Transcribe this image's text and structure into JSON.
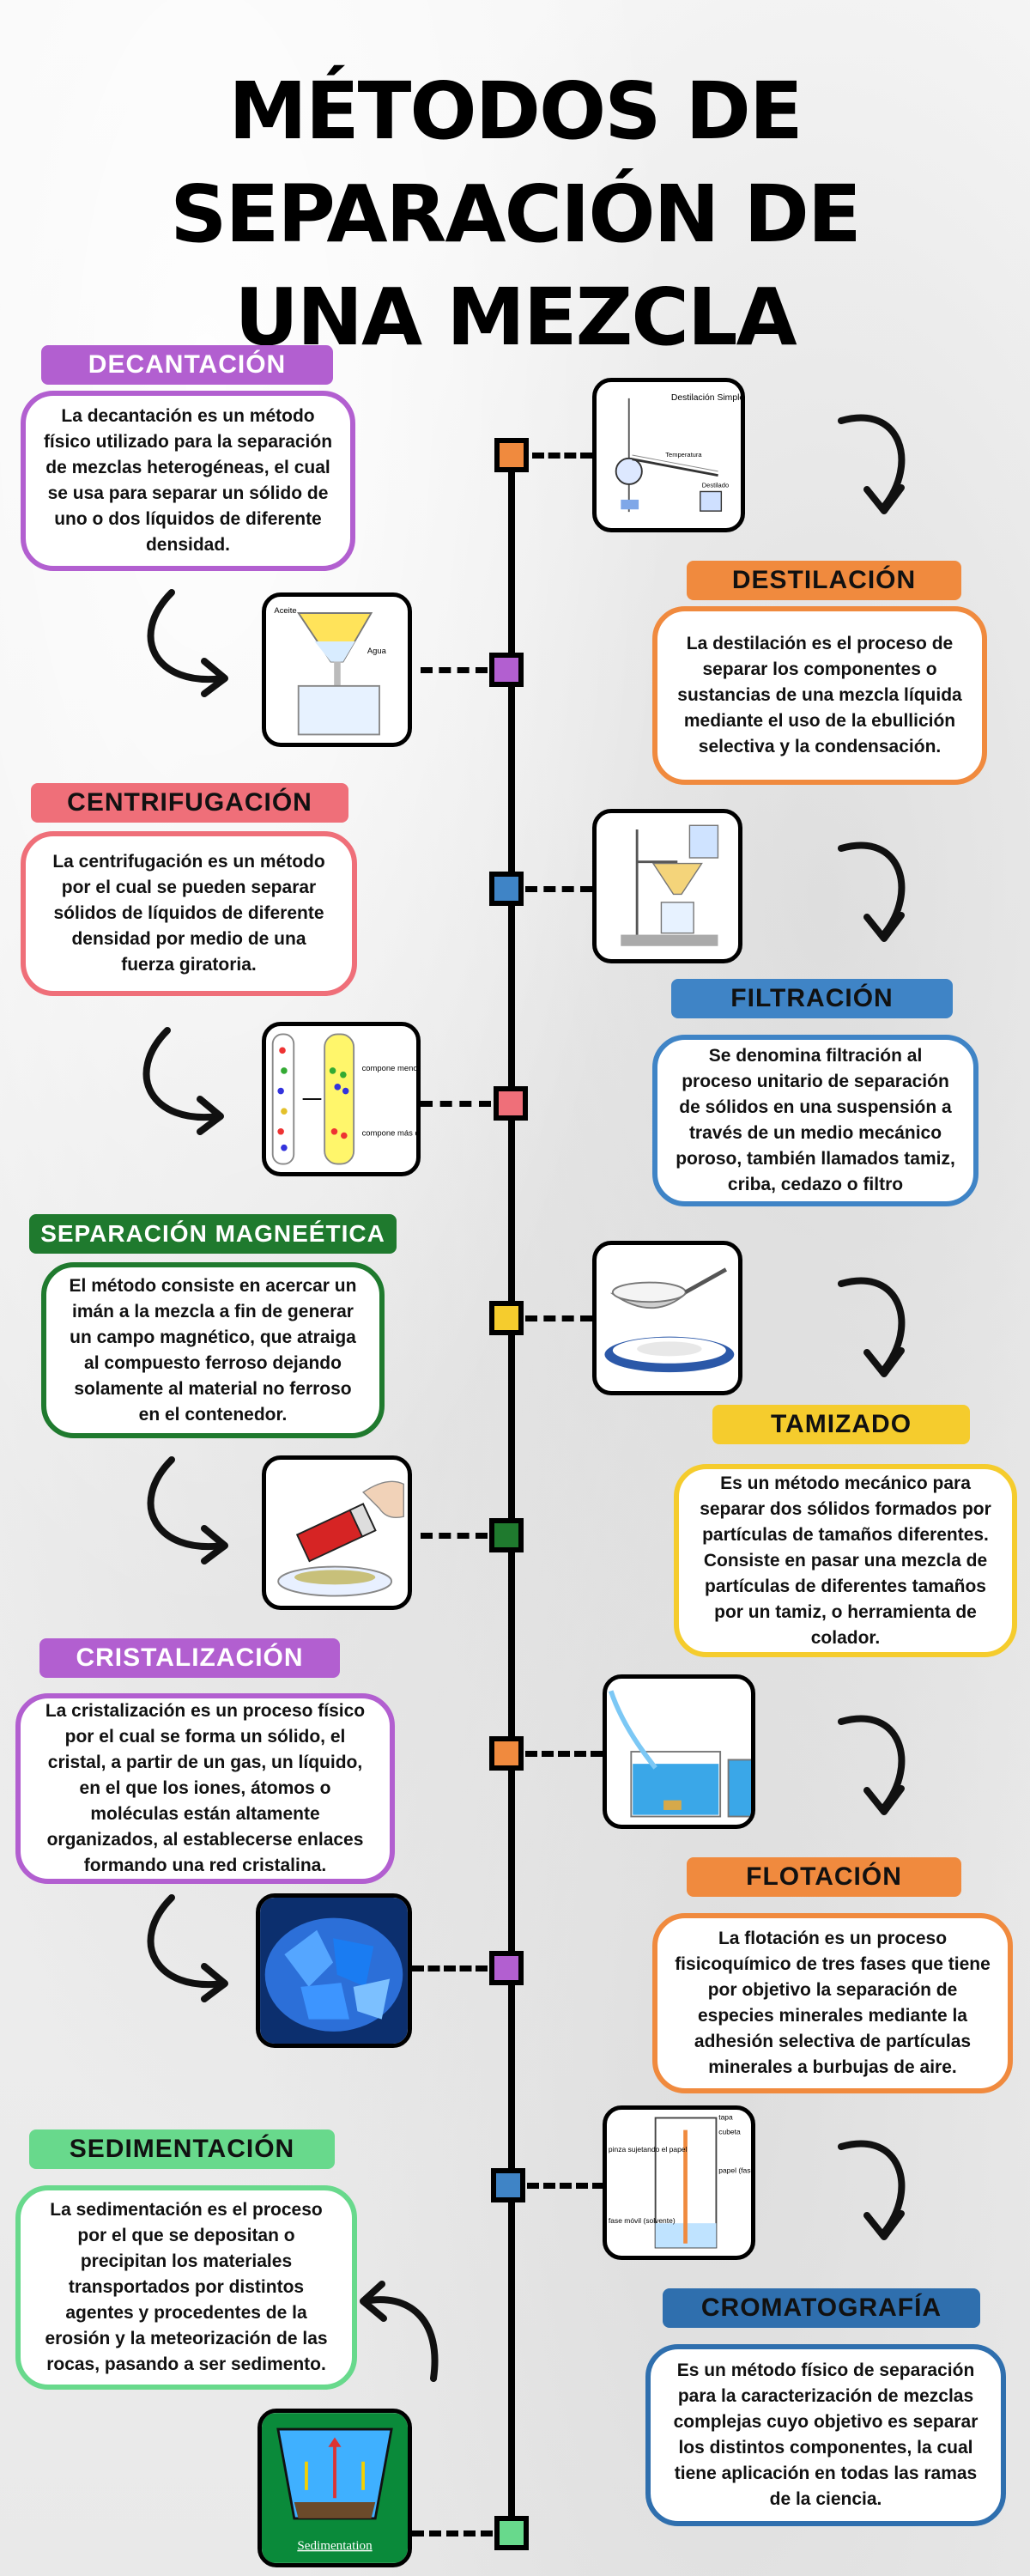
{
  "title_line1": "MÉTODOS DE SEPARACIÓN DE",
  "title_line2": "UNA MEZCLA",
  "colors": {
    "purple": "#b25fd0",
    "orange": "#f08a3e",
    "pink": "#ef6f79",
    "blue": "#3f84c6",
    "green": "#1f7a2e",
    "yellow": "#f5cc2d",
    "mint": "#68d98c",
    "dark_blue": "#2f6fae"
  },
  "methods": [
    {
      "name": "DECANTACIÓN",
      "text": "La decantación es un método físico utilizado para la separación de mezclas heterogéneas, el cual se usa para separar un sólido de uno o dos líquidos de diferente densidad.",
      "icon": "decanting-funnel-icon"
    },
    {
      "name": "DESTILACIÓN",
      "text": "La destilación es el proceso de separar los componentes o sustancias de una mezcla líquida mediante el uso de la ebullición selectiva y la condensación.",
      "icon": "distillation-apparatus-icon"
    },
    {
      "name": "CENTRIFUGACIÓN",
      "text": "La centrifugación es un método por el cual se pueden separar sólidos de líquidos de diferente densidad por medio de una fuerza giratoria.",
      "icon": "centrifuge-tube-icon"
    },
    {
      "name": "FILTRACIÓN",
      "text": "Se denomina filtración al proceso unitario de separación de sólidos en una suspensión a través de un medio mecánico poroso, también llamados tamiz, criba, cedazo o filtro",
      "icon": "filter-funnel-icon"
    },
    {
      "name": "SEPARACIÓN MAGNEÉTICA",
      "text": "El método consiste en acercar un imán a la mezcla a fin de generar un campo magnético, que atraiga al compuesto ferroso dejando solamente al material no ferroso en el contenedor.",
      "icon": "magnet-icon"
    },
    {
      "name": "TAMIZADO",
      "text": "Es un método mecánico para separar dos sólidos formados por partículas de tamaños diferentes. Consiste en pasar una mezcla de partículas de diferentes tamaños por un tamiz, o herramienta de colador.",
      "icon": "sieve-icon"
    },
    {
      "name": "CRISTALIZACIÓN",
      "text": "La cristalización es un proceso físico por el cual se forma un sólido, el cristal, a partir de un gas, un líquido, en el que los iones, átomos o moléculas están altamente organizados, al establecerse enlaces formando una red cristalina.",
      "icon": "crystals-icon"
    },
    {
      "name": "FLOTACIÓN",
      "text": "La flotación es un proceso fisicoquímico de tres fases que tiene por objetivo la separación de especies minerales mediante la adhesión selectiva de partículas minerales a burbujas de aire.",
      "icon": "flotation-beaker-icon"
    },
    {
      "name": "SEDIMENTACIÓN",
      "text": "La sedimentación es el proceso por el que se depositan o precipitan los materiales transportados por distintos agentes y procedentes de la erosión y la meteorización de las rocas, pasando a ser sedimento.",
      "icon": "sedimentation-tank-icon"
    },
    {
      "name": "CROMATOGRAFÍA",
      "text": "Es un método físico de separación para la caracterización de mezclas complejas cuyo objetivo es separar los distintos componentes, la cual tiene aplicación en todas las ramas de la ciencia.",
      "icon": "chromatography-icon"
    }
  ],
  "image_labels": {
    "destilacion_title": "Destilación Simple",
    "destilacion_temp": "Temperatura",
    "destilacion_dest": "Destilado",
    "decantacion_aceite": "Aceite",
    "decantacion_agua": "Agua",
    "centrifugacion_top": "compone menos d",
    "centrifugacion_bottom": "compone más den",
    "crom_tapa": "tapa",
    "crom_cubeta": "cubeta",
    "crom_pinza": "pinza sujetando el papel",
    "crom_papel": "papel (fase estacionaria)",
    "crom_movil": "fase móvil (solvente)",
    "sed_caption": "Sedimentation"
  }
}
